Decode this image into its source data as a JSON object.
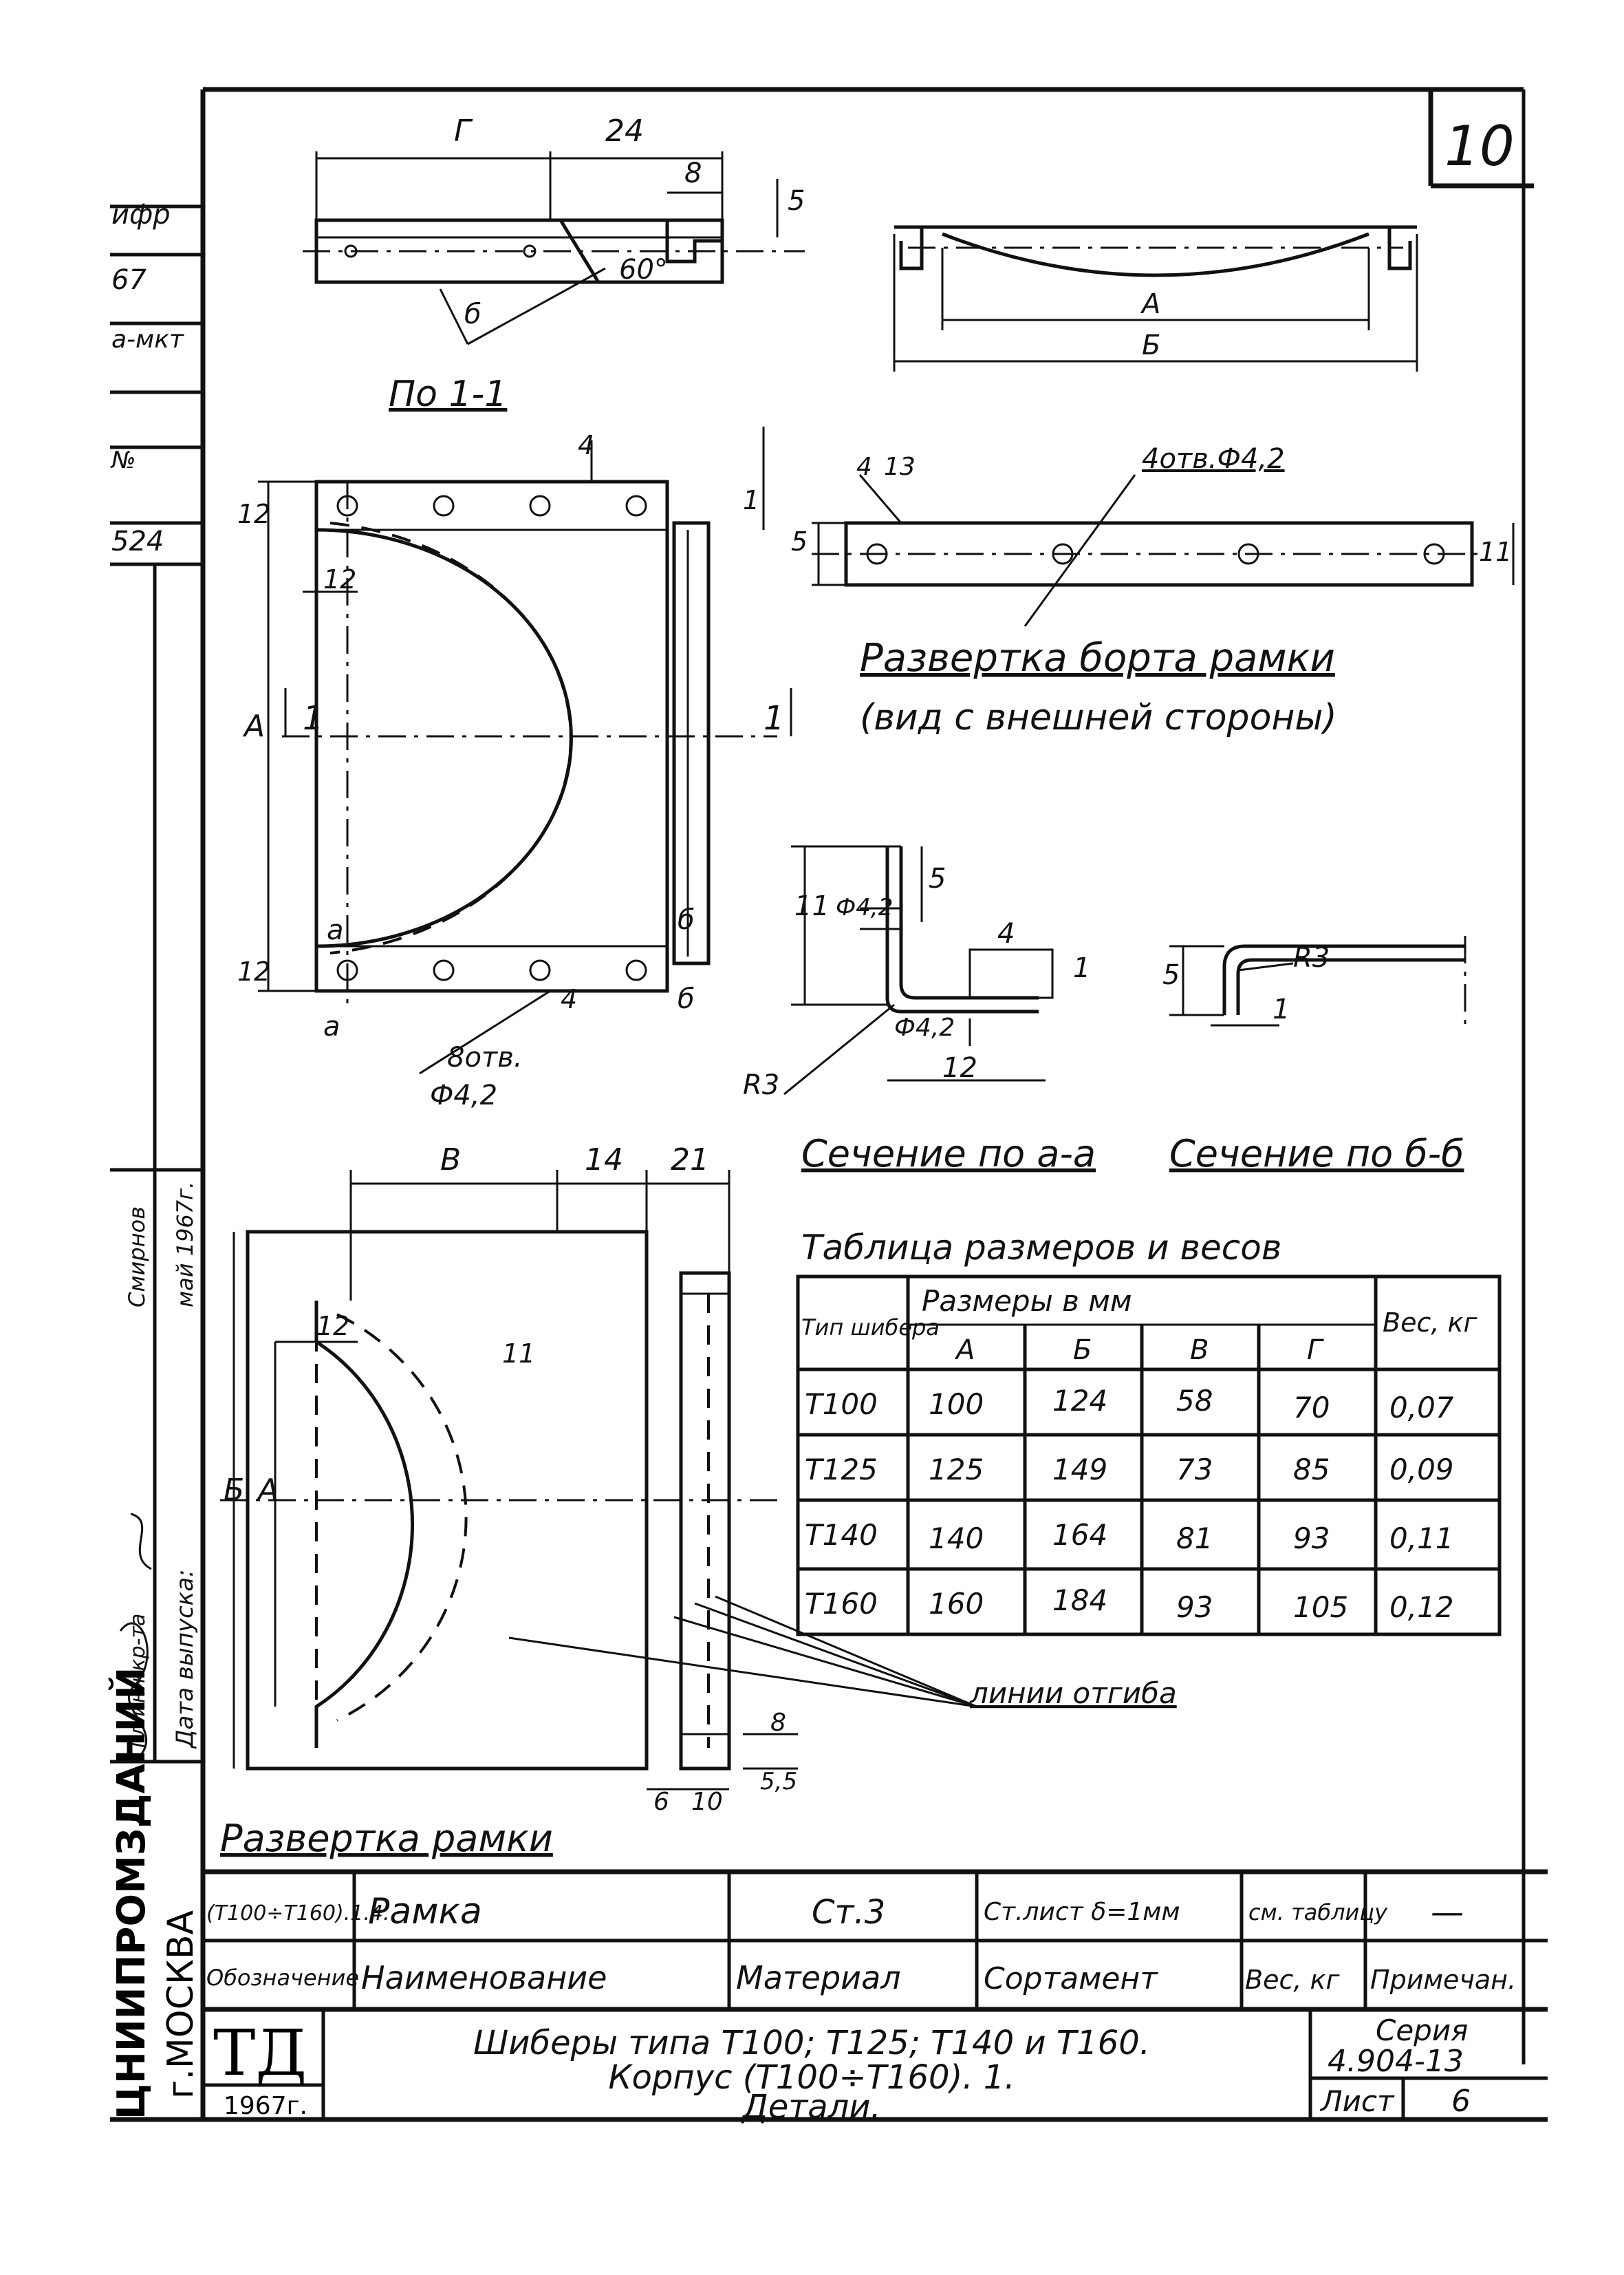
{
  "sheet_number": "10",
  "left_strip": {
    "fragments": [
      "ифр",
      "67",
      "а-мкт",
      "№",
      "524"
    ],
    "glavinzh_label": "Гл.инжкр-та",
    "signature_name": "Смирнов",
    "release_label": "Дата выпуска:",
    "release_date": "май 1967г.",
    "org": "ЦНИИПРОМЗДАНИЙ",
    "city": "г.МОСКВА"
  },
  "top_view": {
    "dim_g": "Г",
    "dim_24": "24",
    "dim_8": "8",
    "dim_5": "5",
    "angle": "60°",
    "dim_b_small": "б"
  },
  "top_right_view": {
    "dim_a": "А",
    "dim_b": "Б"
  },
  "section_11": {
    "title": "По 1-1",
    "dim_12_top": "12",
    "dim_12_left": "12",
    "dim_12_bottom": "12",
    "dim_4": "4",
    "dim_1": "1",
    "dim_a_side": "А",
    "label_a_top": "а",
    "label_a_bottom": "а",
    "label_b_top": "б",
    "label_b_bottom": "б",
    "mark_1": "1",
    "holes_count": "8отв.",
    "holes_dia": "Ф4,2",
    "dim_4_bottom": "4"
  },
  "border_unfold": {
    "holes_label": "4отв.Ф4,2",
    "dim_5": "5",
    "dim_11": "11",
    "dim_4": "4",
    "dim_13": "13",
    "title": "Развертка борта рамки",
    "subtitle": "(вид с внешней стороны)"
  },
  "section_aa": {
    "dim_11": "11",
    "dim_5": "5",
    "dim_4": "4",
    "dim_1": "1",
    "dim_dia_top": "Ф4,2",
    "dim_dia_bottom": "Ф4,2",
    "dim_12": "12",
    "radius": "R3",
    "title": "Сечение по а-а"
  },
  "section_bb": {
    "dim_5": "5",
    "radius": "R3",
    "dim_1": "1",
    "title": "Сечение по б-б"
  },
  "frame_unfold": {
    "dim_v": "В",
    "dim_14": "14",
    "dim_21": "21",
    "dim_12": "12",
    "dim_11": "11",
    "dim_b": "Б",
    "dim_a": "А",
    "dim_8": "8",
    "dim_55": "5,5",
    "dim_6": "6",
    "dim_10": "10",
    "bend_lines_label": "линии отгиба",
    "title": "Развертка рамки"
  },
  "table": {
    "title": "Таблица размеров и весов",
    "col_type": "Тип шибера",
    "col_sizes": "Размеры в мм",
    "col_weight": "Вес, кг",
    "sub_headers": [
      "А",
      "Б",
      "В",
      "Г"
    ],
    "rows": [
      {
        "type": "Т100",
        "a": "100",
        "b": "124",
        "v": "58",
        "g": "70",
        "w": "0,07"
      },
      {
        "type": "Т125",
        "a": "125",
        "b": "149",
        "v": "73",
        "g": "85",
        "w": "0,09"
      },
      {
        "type": "Т140",
        "a": "140",
        "b": "164",
        "v": "81",
        "g": "93",
        "w": "0,11"
      },
      {
        "type": "Т160",
        "a": "160",
        "b": "184",
        "v": "93",
        "g": "105",
        "w": "0,12"
      }
    ]
  },
  "spec": {
    "designation": "(Т100÷Т160).1.4.",
    "name": "Рамка",
    "material": "Ст.3",
    "assortment": "Ст.лист δ=1мм",
    "weight": "см. таблицу",
    "note": "—",
    "h_designation": "Обозначение",
    "h_name": "Наименование",
    "h_material": "Материал",
    "h_assortment": "Сортамент",
    "h_weight": "Вес, кг",
    "h_note": "Примечан."
  },
  "title_block": {
    "logo": "ТД",
    "year": "1967г.",
    "line1": "Шиберы типа Т100; Т125; Т140 и Т160.",
    "line2": "Корпус (Т100÷Т160). 1.",
    "line3": "Детали.",
    "series_label": "Серия",
    "series_value": "4.904-13",
    "sheet_label": "Лист",
    "sheet_value": "6"
  }
}
